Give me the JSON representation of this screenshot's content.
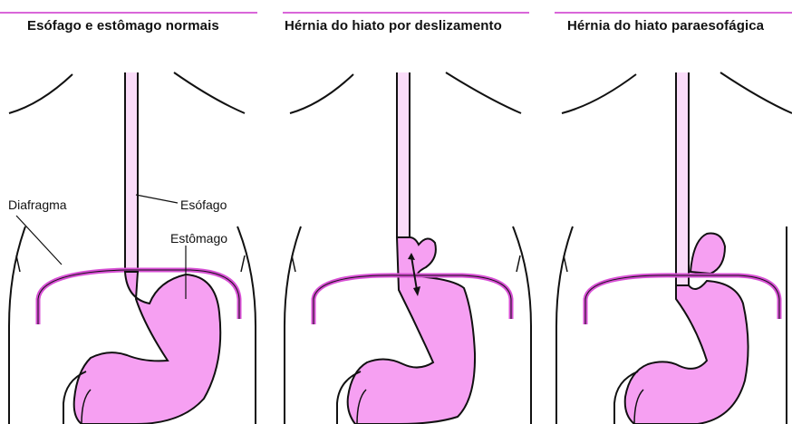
{
  "colors": {
    "accent_rule": "#d966d9",
    "organ_fill": "#f6a0f2",
    "esophagus_fill": "#fadcf9",
    "diaphragm": "#d84fd5",
    "outline": "#111111"
  },
  "panels": [
    {
      "title": "Esófago e estômago normais",
      "labels": {
        "diaphragm": "Diafragma",
        "esophagus": "Esófago",
        "stomach": "Estômago"
      }
    },
    {
      "title": "Hérnia do hiato por deslizamento"
    },
    {
      "title": "Hérnia do hiato paraesofágica"
    }
  ]
}
